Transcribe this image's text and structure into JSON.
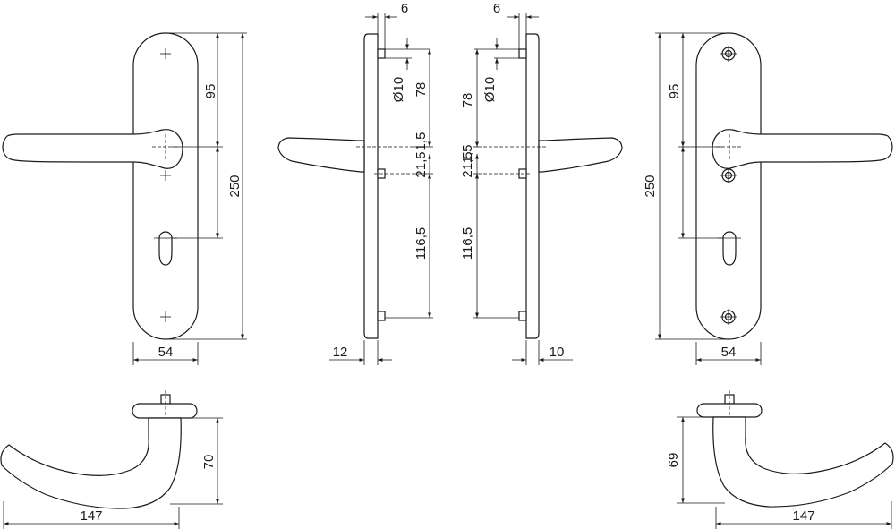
{
  "dimensions": {
    "front_left": {
      "overall_height": "250",
      "handle_to_top": "95",
      "width": "54"
    },
    "side_left": {
      "pin_offset": "6",
      "pin_diameter": "Ø10",
      "upper": "78",
      "mid": "1,5",
      "gap": "21,5",
      "lower": "116,5",
      "thickness": "12"
    },
    "side_right": {
      "pin_offset": "6",
      "pin_diameter": "Ø10",
      "upper": "78",
      "mid": "1,5",
      "gap": "21,5",
      "lower": "116,5",
      "thickness": "10"
    },
    "front_right": {
      "overall_height": "250",
      "handle_to_top": "95",
      "width": "54"
    },
    "top_left": {
      "height": "70",
      "length": "147"
    },
    "top_right": {
      "height": "69",
      "length": "147"
    }
  }
}
